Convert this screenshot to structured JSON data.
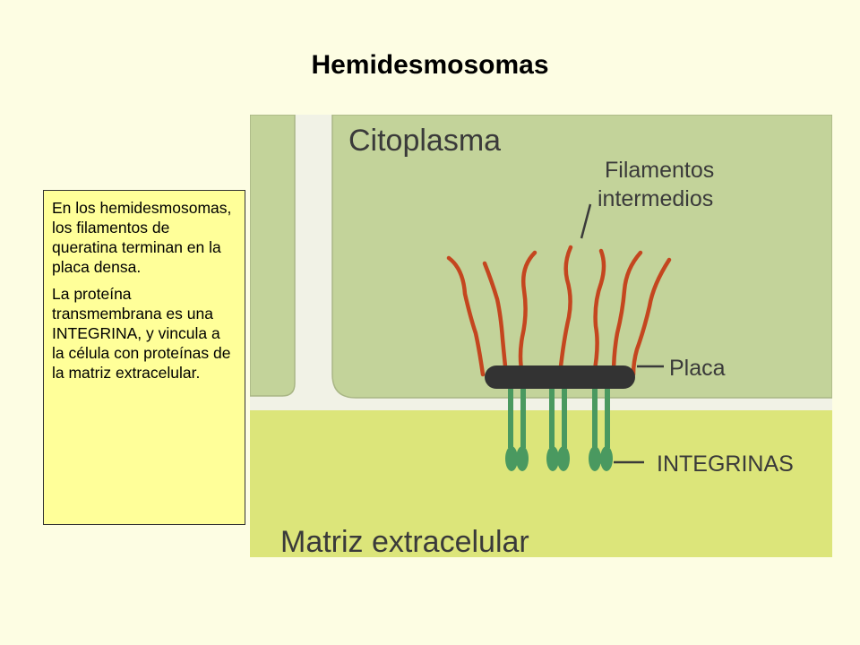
{
  "title": "Hemidesmosomas",
  "note": {
    "paragraph_1": "En los hemidesmosomas, los filamentos de queratina terminan en la placa densa.",
    "paragraph_2": "La proteína transmembrana es una INTEGRINA, y vincula a la célula con proteínas de la matriz extracelular."
  },
  "diagram": {
    "labels": {
      "citoplasma": "Citoplasma",
      "filamentos_line1": "Filamentos",
      "filamentos_line2": "intermedios",
      "placa": "Placa",
      "integrinas": "INTEGRINAS",
      "matriz": "Matriz extracelular"
    },
    "colors": {
      "cytoplasm": "#c3d39a",
      "membrane_gap": "#f1f2e6",
      "matrix": "#dce57a",
      "filaments": "#c4461f",
      "plaque": "#333333",
      "integrins": "#4a9960",
      "label_text": "#3a3a3a"
    }
  }
}
